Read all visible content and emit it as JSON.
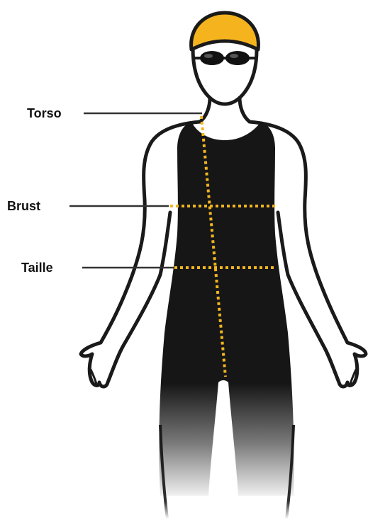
{
  "labels": {
    "torso": "Torso",
    "bust": "Brust",
    "waist": "Taille"
  },
  "colors": {
    "cap": "#f5b41e",
    "suit": "#161616",
    "outline": "#1a1a1a",
    "measure_line": "#f2b51f",
    "leader_line": "#333333"
  },
  "icons": {
    "cap": "swim-cap-icon",
    "goggles": "goggles-icon"
  }
}
